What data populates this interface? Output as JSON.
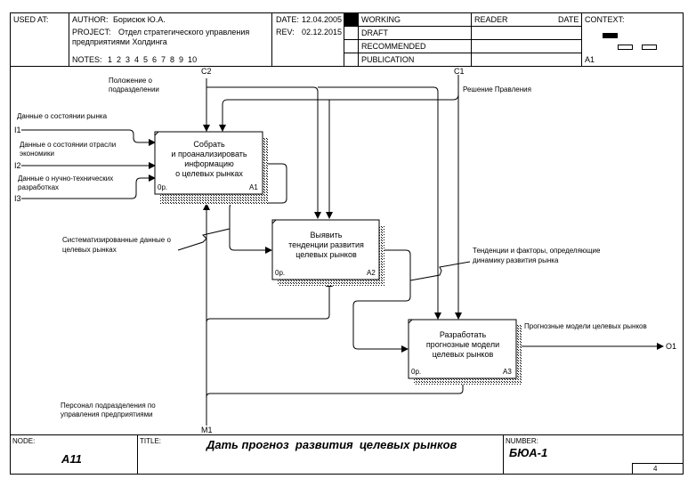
{
  "header": {
    "used_at_label": "USED AT:",
    "author_label": "AUTHOR:",
    "author": "Борисюк Ю.А.",
    "project_label": "PROJECT:",
    "project_line1": "Отдел стратегического управления",
    "project_line2": "предприятиями Холдинга",
    "date_label": "DATE:",
    "date": "12.04.2005",
    "rev_label": "REV:",
    "rev": "02.12.2015",
    "notes_label": "NOTES:",
    "notes": "1  2  3  4  5  6  7  8  9  10",
    "status": [
      "WORKING",
      "DRAFT",
      "RECOMMENDED",
      "PUBLICATION"
    ],
    "status_selected": "WORKING",
    "reader_label": "READER",
    "reader_date_label": "DATE",
    "context_label": "CONTEXT:",
    "context_node": "A1"
  },
  "diagram": {
    "boxes": [
      {
        "id": "A1",
        "lines": [
          "Собрать",
          "и проанализировать",
          "информацию",
          "о целевых рынках"
        ],
        "cost": "0р.",
        "number": "A1"
      },
      {
        "id": "A2",
        "lines": [
          "Выявить",
          "тенденции развития",
          "целевых рынков"
        ],
        "cost": "0р.",
        "number": "A2"
      },
      {
        "id": "A3",
        "lines": [
          "Разработать",
          "прогнозные модели",
          "целевых рынков"
        ],
        "cost": "0р.",
        "number": "A3"
      }
    ],
    "tunnels": {
      "c2": "C2",
      "c1": "C1",
      "i1": "I1",
      "i2": "I2",
      "i3": "I3",
      "m1": "M1",
      "o1": "O1"
    },
    "arrow_labels": {
      "polozhenie_1": "Положение о",
      "polozhenie_2": "подразделении",
      "reshenie": "Решение Правления",
      "rynok": "Данные о состоянии рынка",
      "otrasl_1": "Данные о состоянии отрасли",
      "otrasl_2": "экономики",
      "nauch_1": "Данные о нучно-технических",
      "nauch_2": "разработках",
      "sistem_1": "Систематизированные данные о",
      "sistem_2": "целевых рынках",
      "tend_1": "Тенденции и факторы, определяющие",
      "tend_2": "динамику развития рынка",
      "prognoz": "Прогнозные модели целевых рынков",
      "personal_1": "Персонал подразделения по",
      "personal_2": "управления предприятиями"
    }
  },
  "footer": {
    "node_label": "NODE:",
    "node": "A11",
    "title_label": "TITLE:",
    "title": "Дать прогноз  развития  целевых рынков",
    "number_label": "NUMBER:",
    "number": "БЮА-1",
    "page": "4"
  }
}
